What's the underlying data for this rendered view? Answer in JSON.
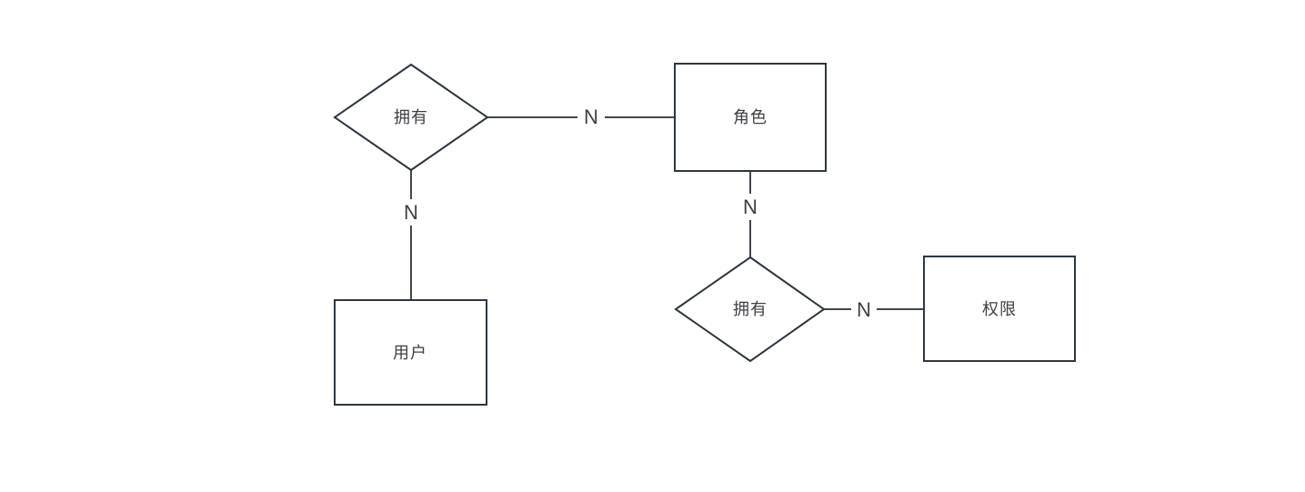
{
  "diagram": {
    "type": "er-diagram",
    "background": "#ffffff",
    "colors": {
      "shape_stroke": "#2d3642",
      "edge_stroke": "#41484f",
      "text": "#3d4045",
      "shape_fill": "#ffffff"
    },
    "entities": [
      {
        "id": "role",
        "label": "角色"
      },
      {
        "id": "user",
        "label": "用户"
      },
      {
        "id": "permission",
        "label": "权限"
      }
    ],
    "relationships": [
      {
        "id": "user-owns-role",
        "label": "拥有"
      },
      {
        "id": "role-owns-permission",
        "label": "拥有"
      }
    ],
    "edges": [
      {
        "id": "owns1-to-role",
        "from": "拥有",
        "to": "角色",
        "label": "N"
      },
      {
        "id": "owns1-to-user",
        "from": "拥有",
        "to": "用户",
        "label": "N"
      },
      {
        "id": "role-to-owns2",
        "from": "角色",
        "to": "拥有",
        "label": "N"
      },
      {
        "id": "owns2-to-permission",
        "from": "拥有",
        "to": "权限",
        "label": "N"
      }
    ]
  }
}
